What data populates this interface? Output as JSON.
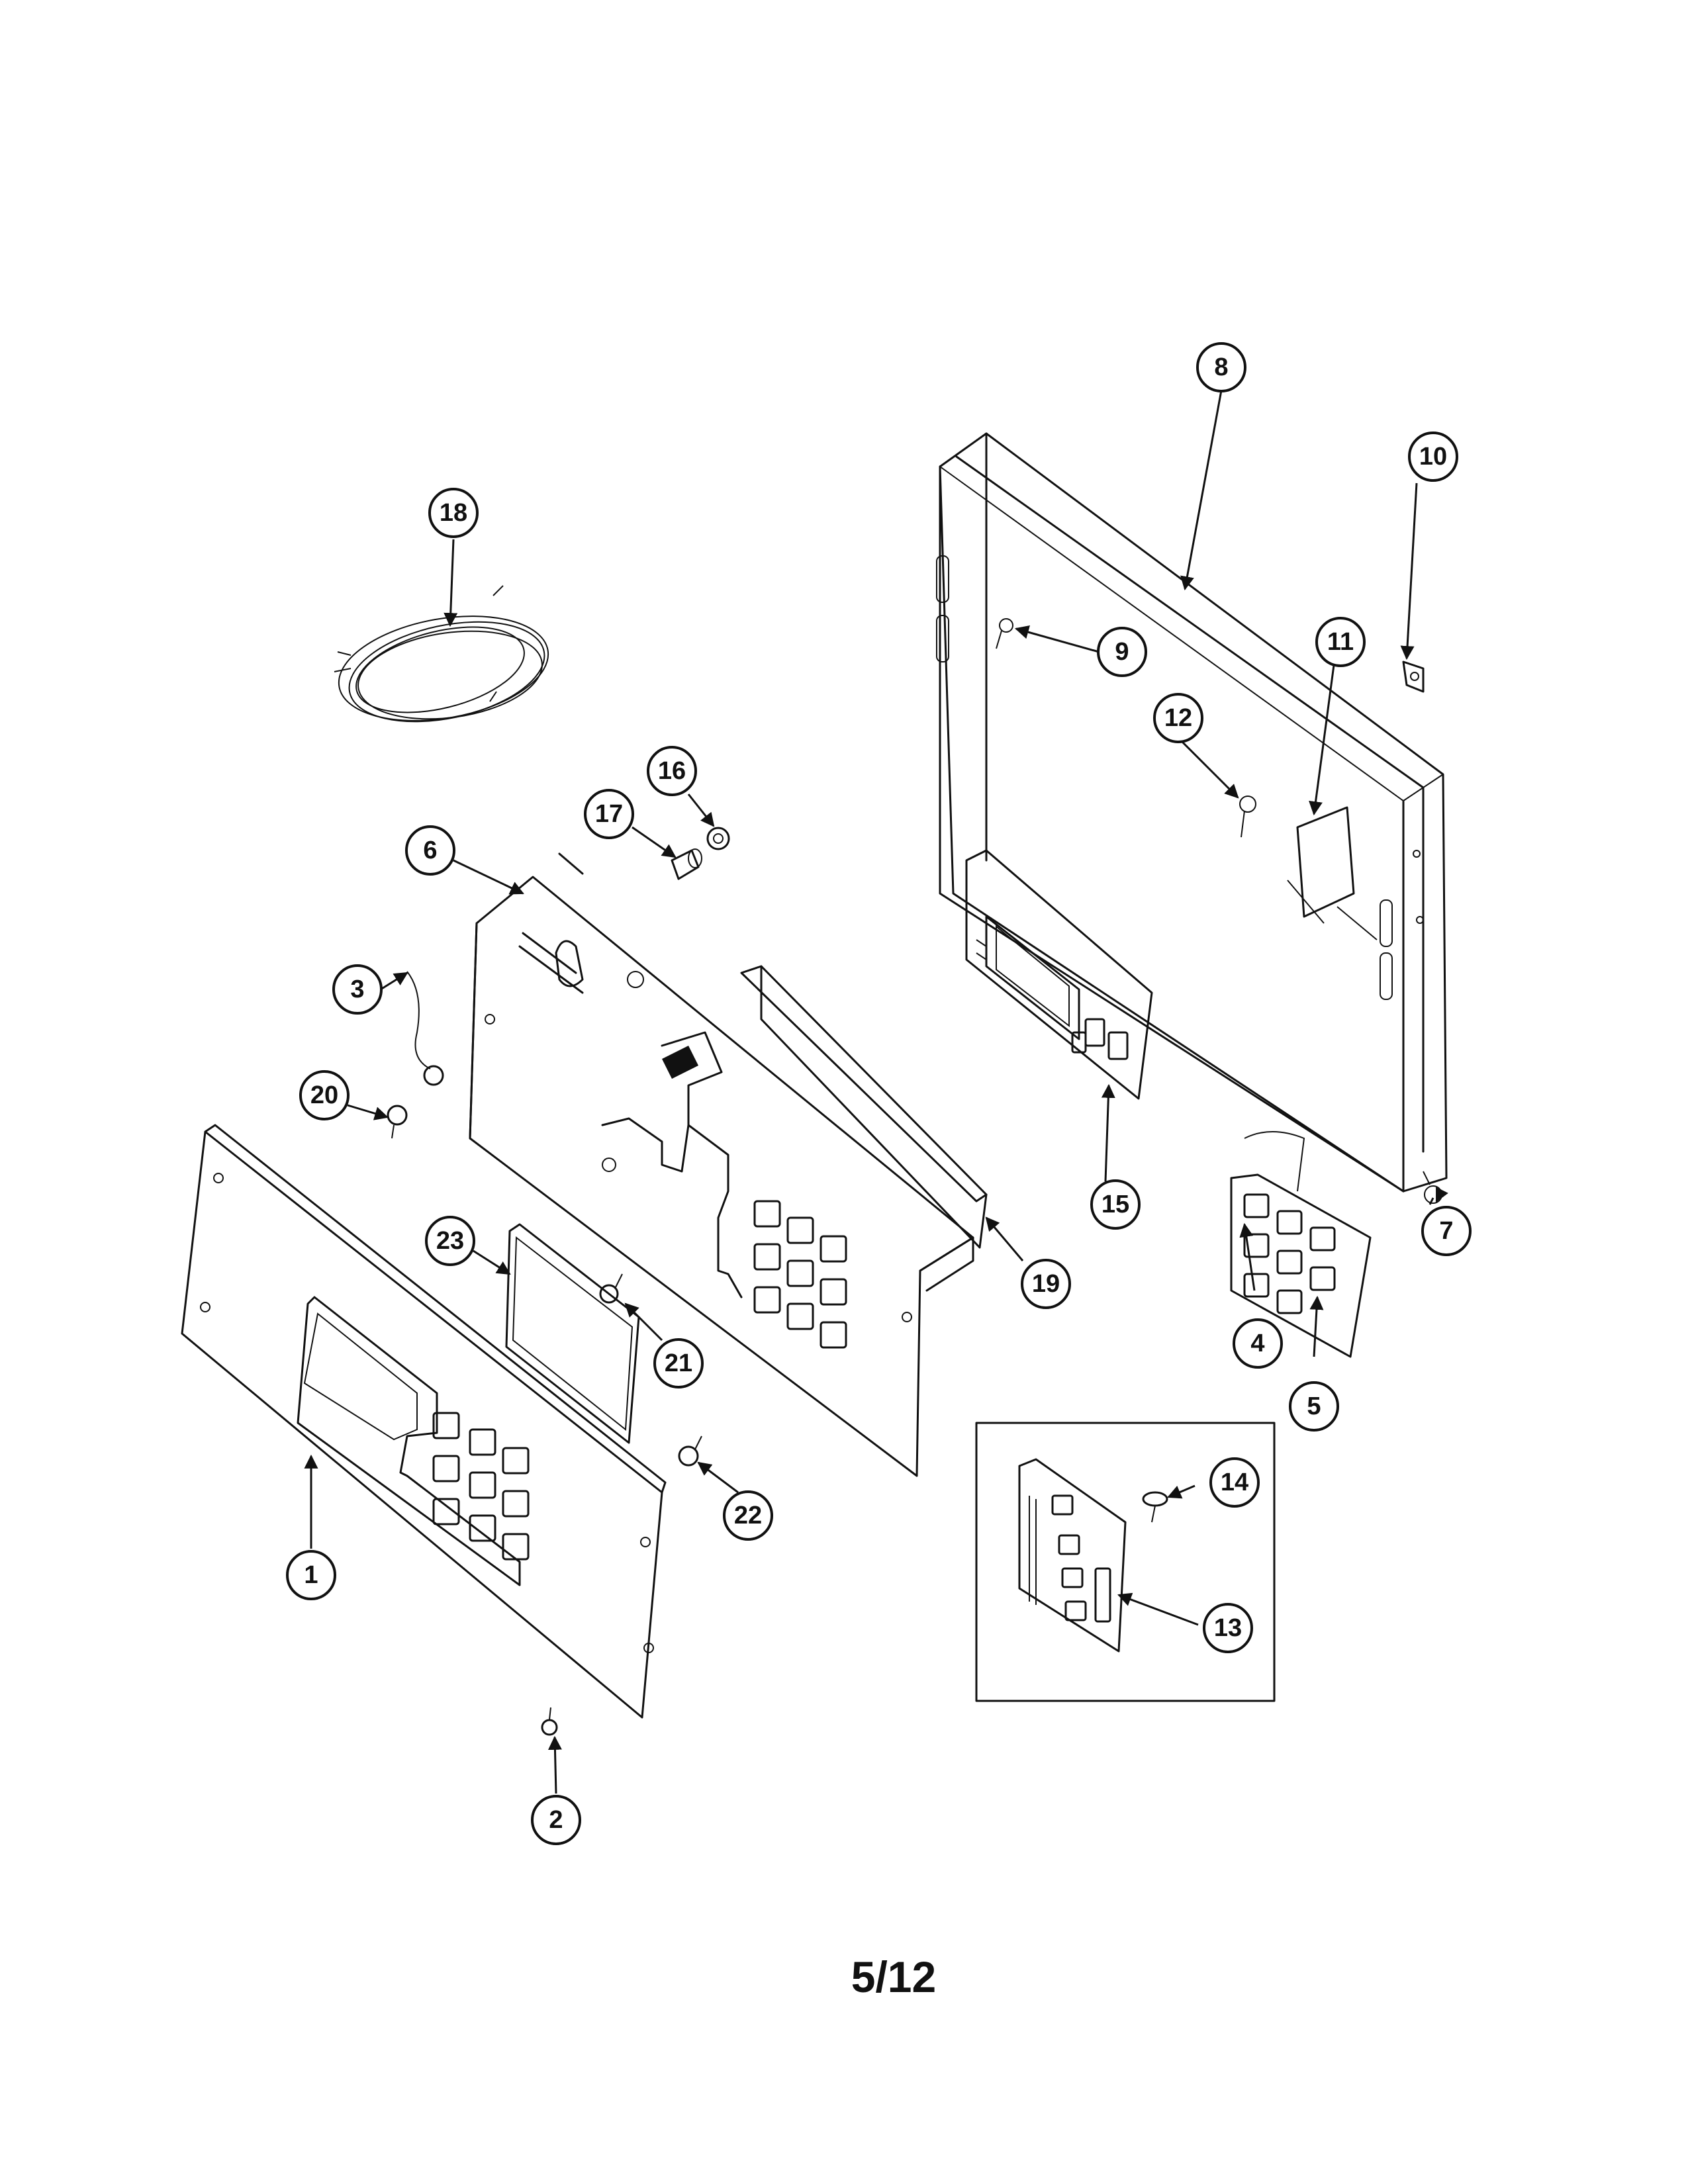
{
  "callouts": [
    "1",
    "2",
    "3",
    "4",
    "5",
    "6",
    "7",
    "8",
    "9",
    "10",
    "11",
    "12",
    "13",
    "14",
    "15",
    "16",
    "17",
    "18",
    "19",
    "20",
    "21",
    "22",
    "23"
  ],
  "page_number": "5/12"
}
